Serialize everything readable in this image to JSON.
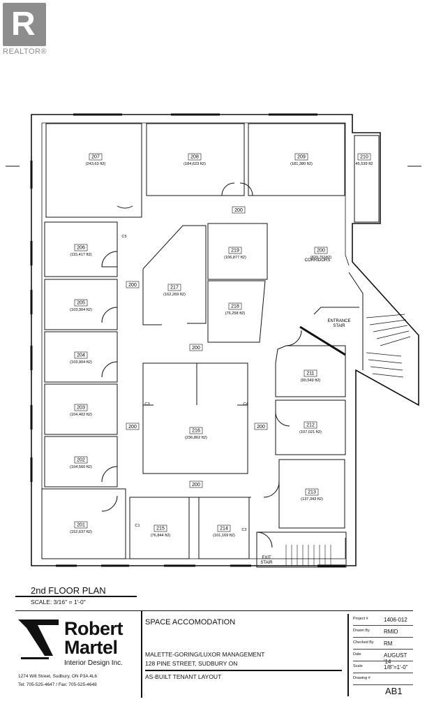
{
  "watermark": {
    "logo_letter": "R",
    "brand": "REALTOR®"
  },
  "plan": {
    "title": "2nd FLOOR PLAN",
    "scale": "SCALE: 3/16\" = 1'-0\"",
    "rooms": [
      {
        "number": "207",
        "area": "(243,63 ft2)"
      },
      {
        "number": "208",
        "area": "(184,623 ft2)"
      },
      {
        "number": "209",
        "area": "(181,380 ft2)"
      },
      {
        "number": "210",
        "area": "45,539 ft2"
      },
      {
        "number": "206",
        "area": "(115,417 ft2)"
      },
      {
        "number": "219",
        "area": "(106,877 ft2)"
      },
      {
        "number": "200",
        "area": "(829,761ft2)"
      },
      {
        "number": "217",
        "area": "(162,269 ft2)"
      },
      {
        "number": "218",
        "area": "(76,258 ft2)"
      },
      {
        "number": "205",
        "area": "(103,904 ft2)"
      },
      {
        "number": "204",
        "area": "(103,904 ft2)"
      },
      {
        "number": "211",
        "area": "(90,549 ft2)"
      },
      {
        "number": "203",
        "area": "(104,402 ft2)"
      },
      {
        "number": "216",
        "area": "(236,862 ft2)"
      },
      {
        "number": "212",
        "area": "(107,021 ft2)"
      },
      {
        "number": "202",
        "area": "(104,560 ft2)"
      },
      {
        "number": "213",
        "area": "(137,343 ft2)"
      },
      {
        "number": "201",
        "area": "(152,637 ft2)"
      },
      {
        "number": "215",
        "area": "(76,844 ft2)"
      },
      {
        "number": "214",
        "area": "(101,169 ft2)"
      }
    ],
    "corridor_number": "200",
    "corridors_label": "CORRIDORS",
    "entrance_stair": [
      "ENTRANCE",
      "STAIR"
    ],
    "exit_stair": [
      "EXIT",
      "STAIR"
    ],
    "closets": [
      "C1",
      "C2",
      "C3",
      "C4",
      "C5"
    ]
  },
  "titleblock": {
    "company_line1": "Robert",
    "company_line2": "Martel",
    "company_sub": "Interior Design Inc.",
    "address": "1274 Will Street, Sudbury, ON  P3A 4L6",
    "phone": "Tel: 705-525-4647 / Fax: 705-525-4648",
    "project_title": "SPACE ACCOMODATION",
    "client": "MALETTE-GORING/LUXOR MANAGEMENT",
    "street": "128 PINE STREET, SUDBURY ON",
    "layout": "AS-BUILT TENANT LAYOUT",
    "fields": [
      {
        "label": "Project #",
        "value": "1406-012"
      },
      {
        "label": "Drawn By",
        "value": "RMID"
      },
      {
        "label": "Checked By",
        "value": "RM"
      },
      {
        "label": "Date",
        "value": "AUGUST '14"
      },
      {
        "label": "Scale",
        "value": "1/8\"=1'-0\""
      },
      {
        "label": "Drawing #",
        "value": ""
      }
    ],
    "drawing_number": "AB1"
  }
}
